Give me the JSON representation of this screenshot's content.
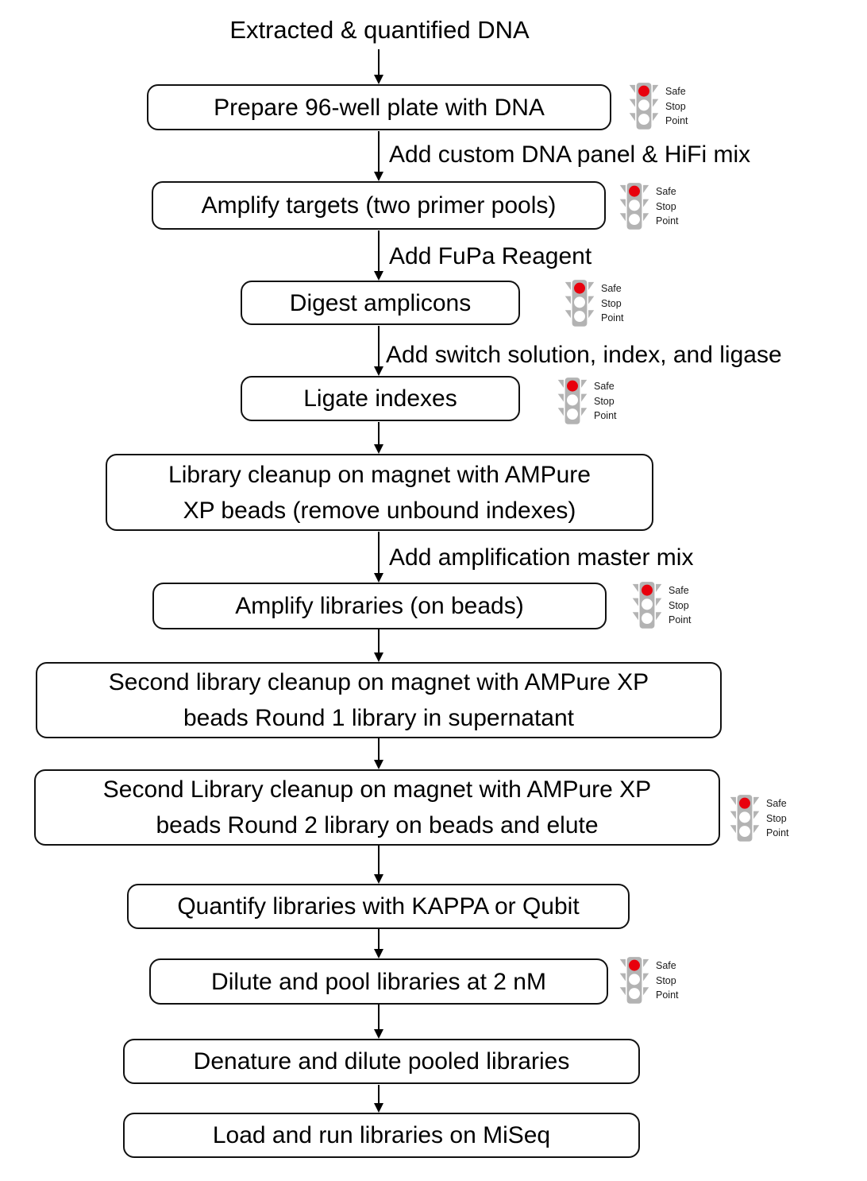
{
  "diagram": {
    "start": "Extracted & quantified DNA",
    "steps": [
      {
        "lines": [
          "Prepare 96-well plate with DNA"
        ],
        "safe_stop_point": true
      },
      {
        "lines": [
          "Amplify targets (two primer pools)"
        ],
        "safe_stop_point": true
      },
      {
        "lines": [
          "Digest amplicons"
        ],
        "safe_stop_point": true
      },
      {
        "lines": [
          "Ligate indexes"
        ],
        "safe_stop_point": true
      },
      {
        "lines": [
          "Library cleanup on magnet with AMPure",
          "XP beads (remove unbound indexes)"
        ],
        "safe_stop_point": false
      },
      {
        "lines": [
          "Amplify libraries (on beads)"
        ],
        "safe_stop_point": true
      },
      {
        "lines": [
          "Second library cleanup on magnet with AMPure XP",
          "beads Round 1 library in supernatant"
        ],
        "safe_stop_point": false
      },
      {
        "lines": [
          "Second Library cleanup on magnet with AMPure XP",
          "beads Round 2 library on beads and elute"
        ],
        "safe_stop_point": true
      },
      {
        "lines": [
          "Quantify libraries with KAPPA or Qubit"
        ],
        "safe_stop_point": false
      },
      {
        "lines": [
          "Dilute and pool libraries at 2 nM"
        ],
        "safe_stop_point": true
      },
      {
        "lines": [
          "Denature and dilute pooled libraries"
        ],
        "safe_stop_point": false
      },
      {
        "lines": [
          "Load and run libraries on MiSeq"
        ],
        "safe_stop_point": false
      }
    ],
    "edge_labels": {
      "to_amplify_targets": "Add custom DNA panel & HiFi mix",
      "to_digest_amplicons": "Add FuPa Reagent",
      "to_ligate_indexes": "Add switch solution, index, and ligase",
      "to_amplify_libraries": "Add amplification master mix"
    },
    "safe_stop_icon": {
      "lines": [
        "Safe",
        "Stop",
        "Point"
      ],
      "light_color": "#e8000d",
      "body_color": "#b3b3b3"
    }
  }
}
